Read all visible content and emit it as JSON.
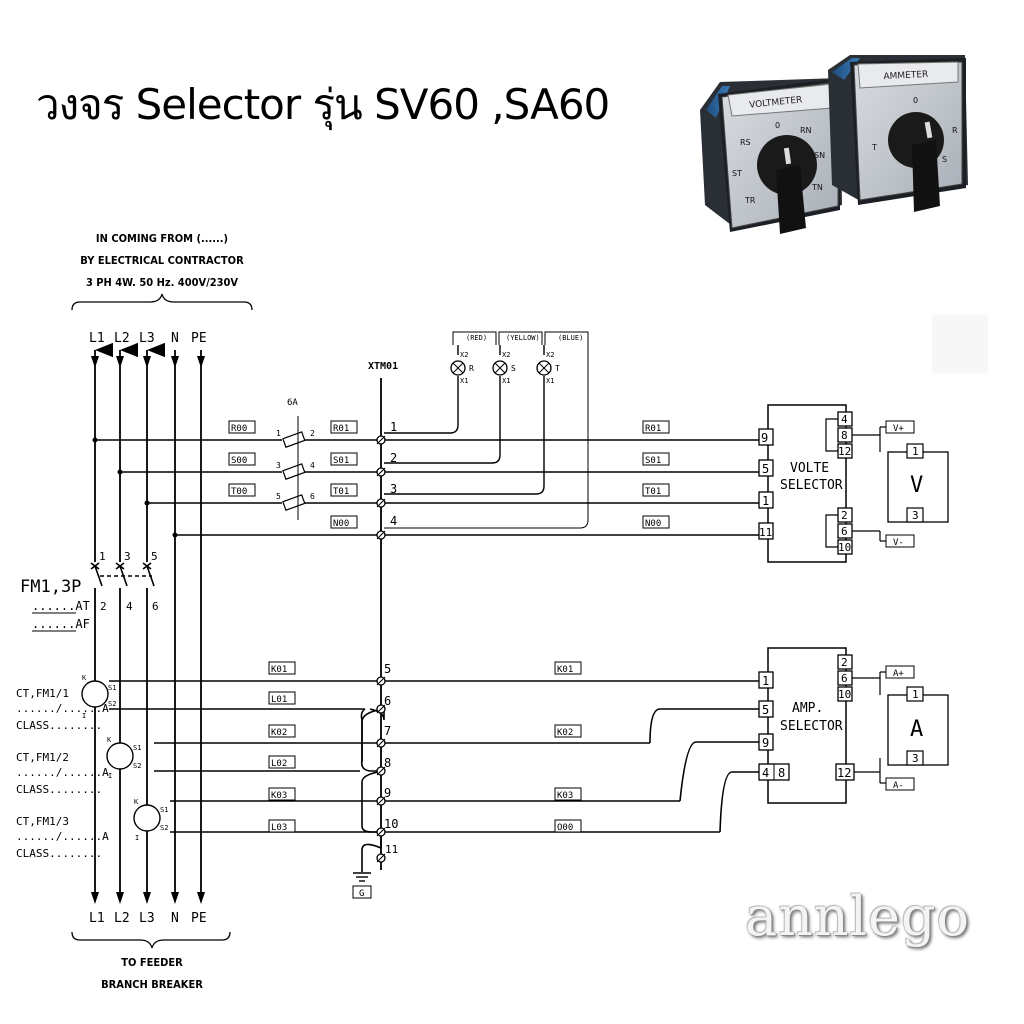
{
  "title": "วงจร Selector  รุ่น SV60 ,SA60",
  "watermark": "annlego",
  "incoming": {
    "line1": "IN COMING FROM (......)",
    "line2": "BY ELECTRICAL CONTRACTOR",
    "line3": "3 PH 4W. 50 Hz. 400V/230V"
  },
  "bus_labels": [
    "L1",
    "L2",
    "L3",
    "N",
    "PE"
  ],
  "outgoing": {
    "line1": "TO FEEDER",
    "line2": "BRANCH BREAKER"
  },
  "breaker": {
    "name": "FM1,3P",
    "at": "......AT",
    "af": "......AF",
    "poles_top": [
      "1",
      "3",
      "5"
    ],
    "poles_bottom": [
      "2",
      "4",
      "6"
    ]
  },
  "fuse_rating": "6A",
  "fuse_terminals": {
    "in": [
      "1",
      "3",
      "5"
    ],
    "out": [
      "2",
      "4",
      "6"
    ]
  },
  "terminal_block": "XTM01",
  "terminals": [
    "1",
    "2",
    "3",
    "4",
    "5",
    "6",
    "7",
    "8",
    "9",
    "10",
    "11"
  ],
  "pilot_lamps": [
    {
      "color": "(RED)",
      "letter": "R"
    },
    {
      "color": "(YELLOW)",
      "letter": "S"
    },
    {
      "color": "(BLUE)",
      "letter": "T"
    }
  ],
  "lamp_pins": {
    "top": "X2",
    "bottom": "X1"
  },
  "wire_labels": {
    "left": [
      "R00",
      "S00",
      "T00",
      "N00",
      "K01",
      "L01",
      "K02",
      "L02",
      "K03",
      "L03"
    ],
    "mid": [
      "R01",
      "S01",
      "T01"
    ],
    "right": [
      "R01",
      "S01",
      "T01",
      "N00",
      "K01",
      "K02",
      "K03",
      "O00"
    ]
  },
  "ct": [
    {
      "name": "CT,FM1/1",
      "ratio": "....../......A",
      "class": "CLASS........"
    },
    {
      "name": "CT,FM1/2",
      "ratio": "....../......A",
      "class": "CLASS........"
    },
    {
      "name": "CT,FM1/3",
      "ratio": "....../......A",
      "class": "CLASS........"
    }
  ],
  "ct_pins": {
    "k": "K",
    "i": "I",
    "s1": "S1",
    "s2": "S2"
  },
  "ground": "G",
  "volt_selector": {
    "label1": "VOLTE",
    "label2": "SELECTOR",
    "left_pins": [
      "9",
      "5",
      "1",
      "11"
    ],
    "right_pins_top": [
      "4",
      "8",
      "12"
    ],
    "right_pins_bottom": [
      "2",
      "6",
      "10"
    ]
  },
  "amp_selector": {
    "label1": "AMP.",
    "label2": "SELECTOR",
    "left_pins": [
      "1",
      "5",
      "9",
      "4",
      "8"
    ],
    "right_pins_top": [
      "2",
      "6",
      "10"
    ],
    "right_pin_bottom": "12"
  },
  "voltmeter": {
    "symbol": "V",
    "pins": [
      "1",
      "3"
    ],
    "plus": "V+",
    "minus": "V-"
  },
  "ammeter": {
    "symbol": "A",
    "pins": [
      "1",
      "3"
    ],
    "plus": "A+",
    "minus": "A-"
  },
  "photo": {
    "voltmeter_plate": "VOLTMETER",
    "voltmeter_marks": [
      "0",
      "RS",
      "RN",
      "ST",
      "SN",
      "TR",
      "TN"
    ],
    "ammeter_plate": "AMMETER",
    "ammeter_marks": [
      "0",
      "R",
      "S",
      "T"
    ]
  }
}
